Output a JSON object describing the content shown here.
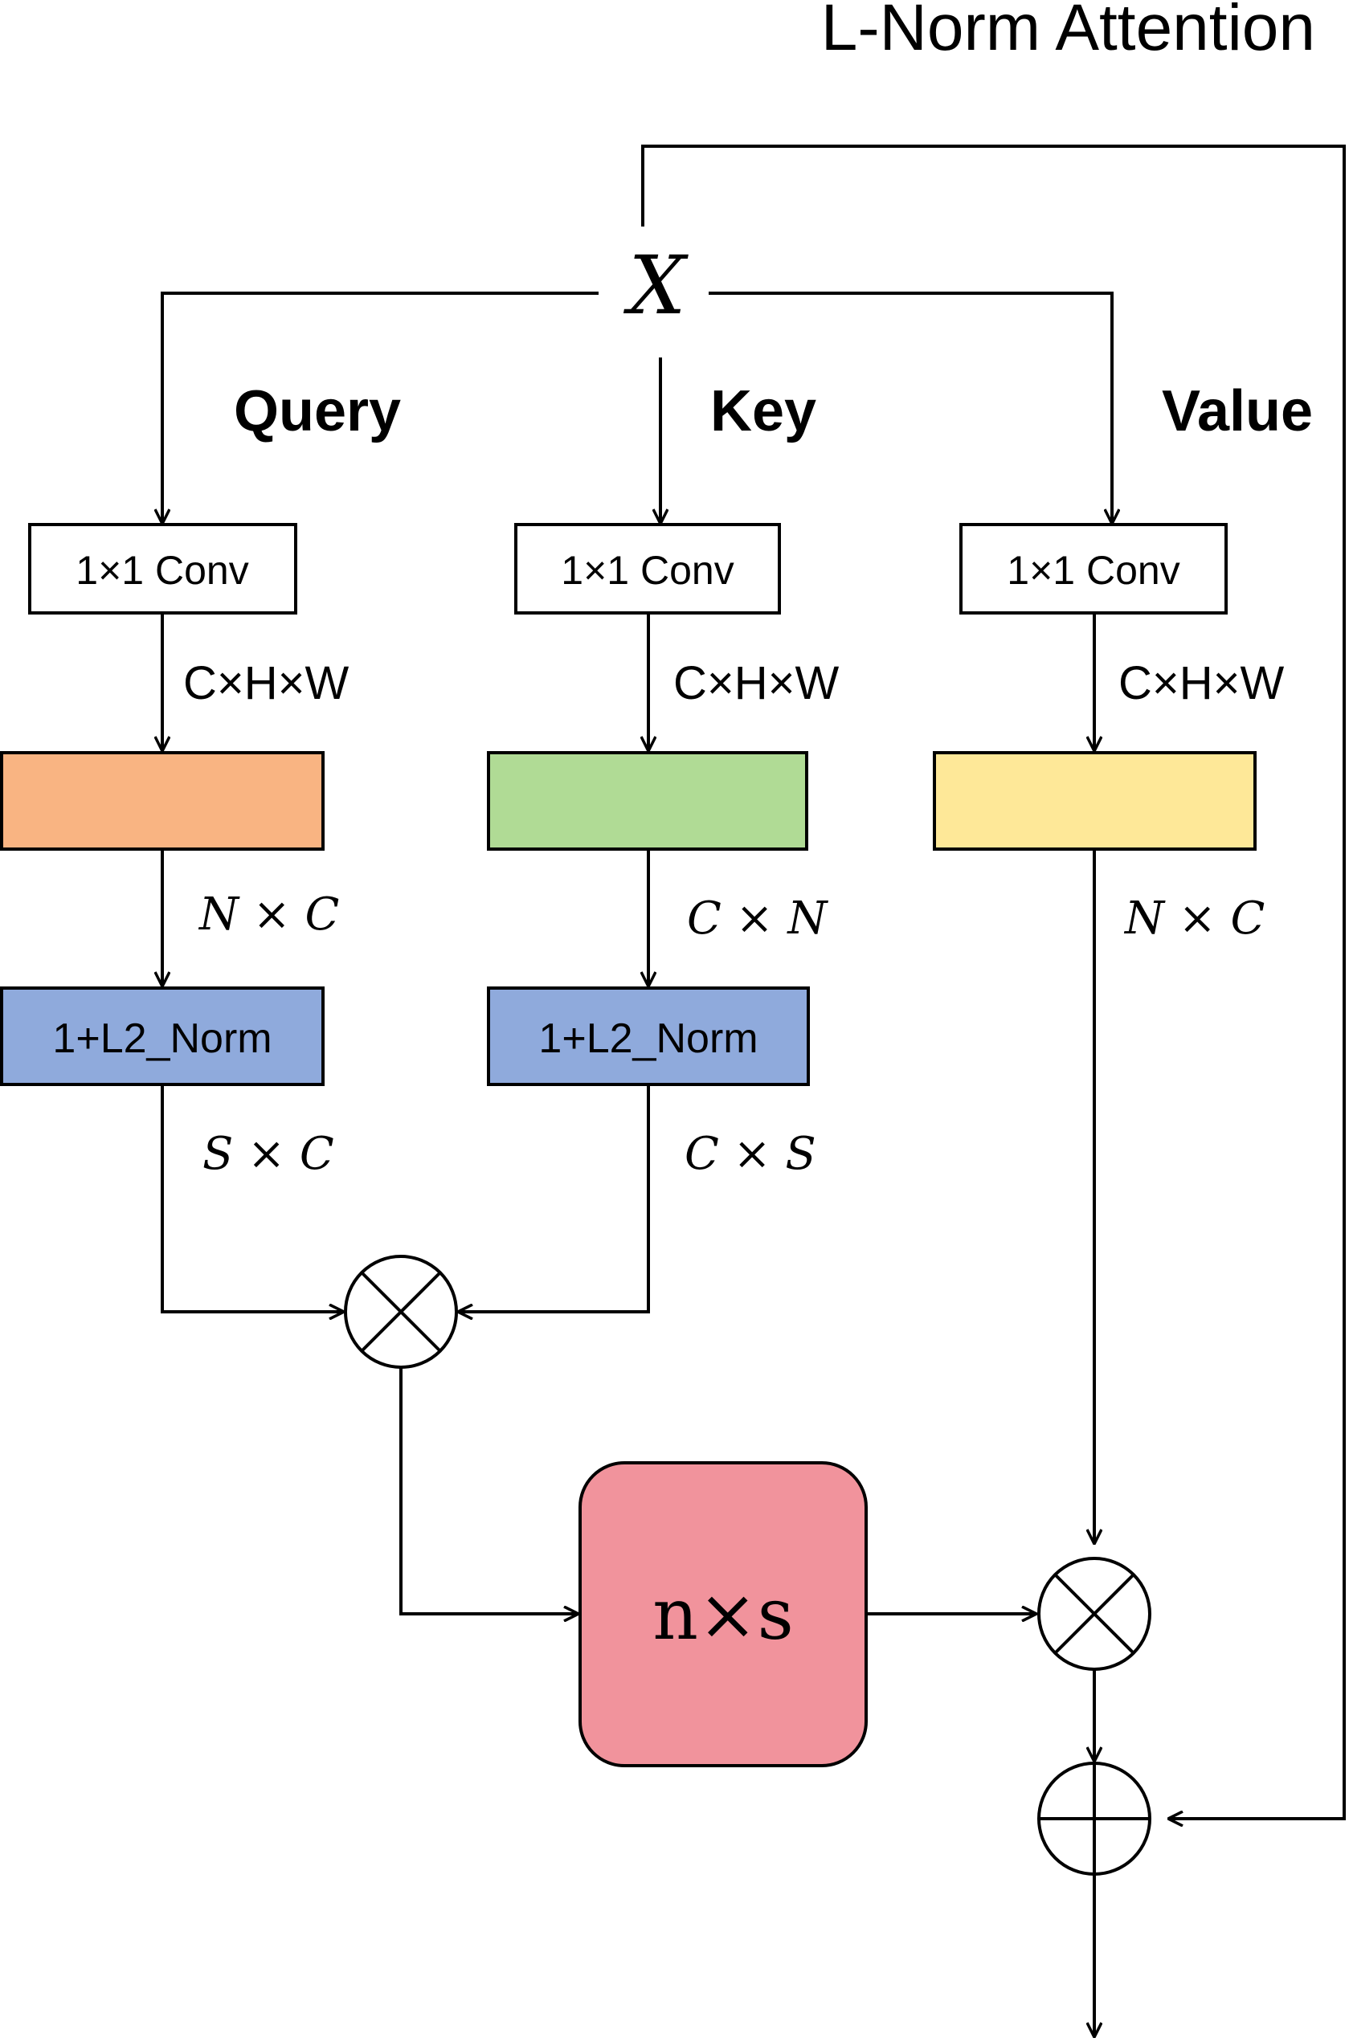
{
  "title": "L-Norm Attention",
  "input_label": "X",
  "branches": [
    {
      "name": "Query",
      "conv": "1×1 Conv",
      "shape_after_conv": "C×H×W",
      "reshape": "N × C",
      "norm": "1+L2_Norm",
      "shape_after_norm": "S × C"
    },
    {
      "name": "Key",
      "conv": "1×1 Conv",
      "shape_after_conv": "C×H×W",
      "reshape": "C × N",
      "norm": "1+L2_Norm",
      "shape_after_norm": "C × S"
    },
    {
      "name": "Value",
      "conv": "1×1 Conv",
      "shape_after_conv": "C×H×W",
      "reshape": "N × C"
    }
  ],
  "attention_block": "n×s",
  "colors": {
    "query_feature": "#F9B482",
    "key_feature": "#B0DB95",
    "value_feature": "#FEE898",
    "norm_block": "#8FAADC",
    "attention_block": "#F1939C",
    "line": "#000000"
  },
  "icons": {
    "multiply": "circled-times-icon",
    "add": "circled-plus-icon"
  }
}
